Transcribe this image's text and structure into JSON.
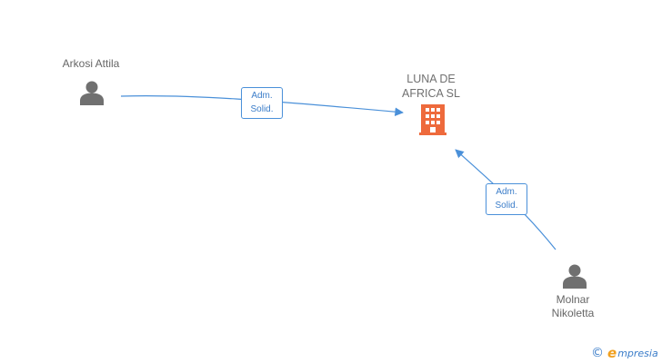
{
  "nodes": {
    "person1": {
      "name": "Arkosi Attila"
    },
    "company": {
      "line1": "LUNA DE",
      "line2": "AFRICA SL"
    },
    "person2": {
      "line1": "Molnar",
      "line2": "Nikoletta"
    }
  },
  "edges": [
    {
      "line1": "Adm.",
      "line2": "Solid."
    },
    {
      "line1": "Adm.",
      "line2": "Solid."
    }
  ],
  "footer": {
    "copyright_symbol": "©",
    "brand_initial": "e",
    "brand_rest": "mpresia"
  },
  "colors": {
    "person_icon": "#707070",
    "company_icon": "#ee6a3c",
    "edge": "#4a90d9"
  },
  "icons": {
    "person": "person-icon",
    "company": "building-icon"
  }
}
